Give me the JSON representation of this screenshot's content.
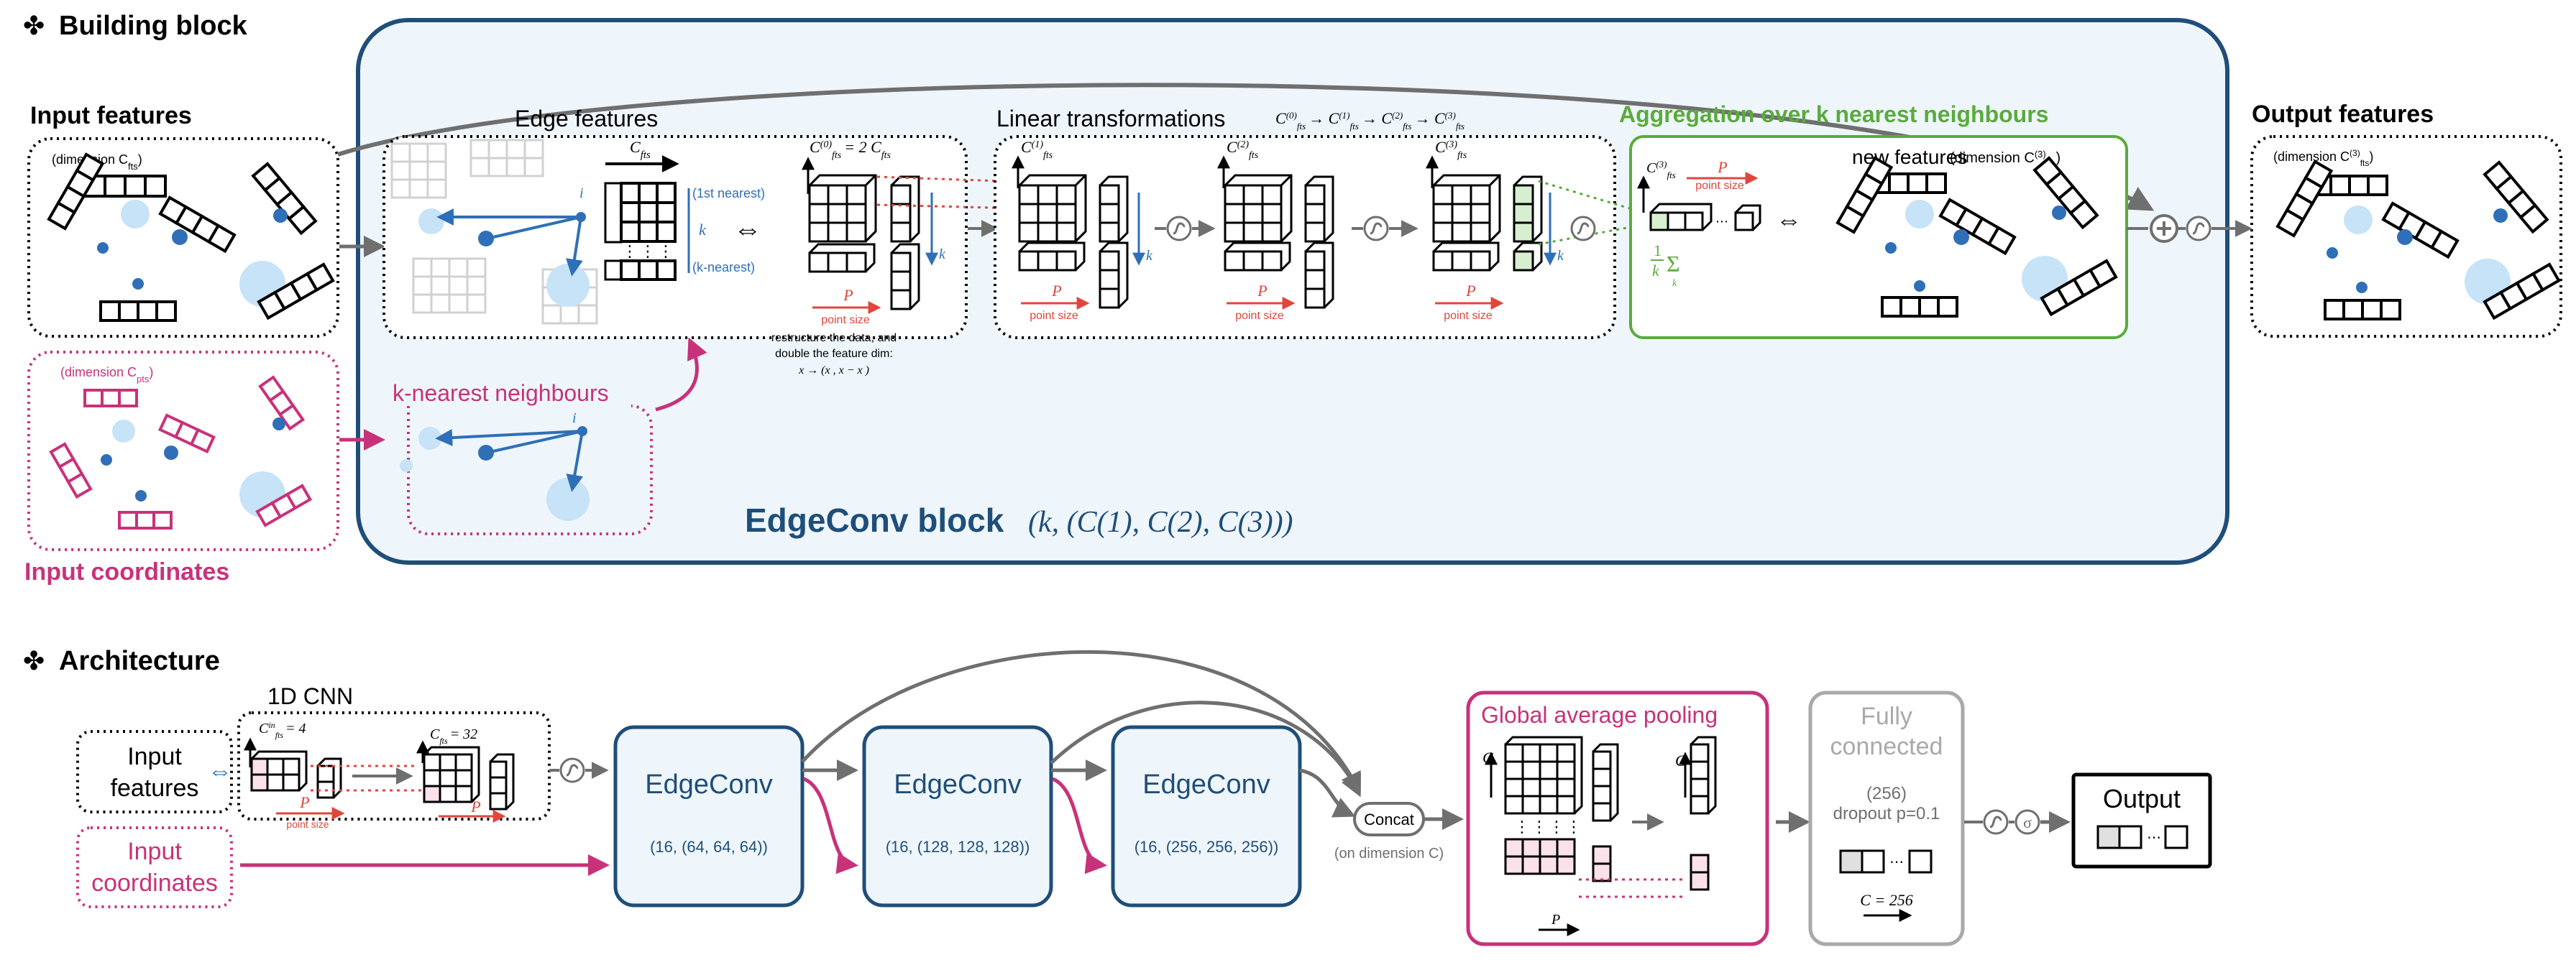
{
  "colors": {
    "navy": "#1f4e79",
    "block_fill": "#eef6fc",
    "magenta": "#c8327a",
    "green": "#5aab3c",
    "blue": "#2f6fb7",
    "light_blue": "#c6e3f7",
    "red": "#e0463c",
    "gray": "#6f6f6f",
    "light_gray": "#a9a9a9"
  },
  "section1": {
    "marker": "✤",
    "title": "Building block"
  },
  "section2": {
    "marker": "✤",
    "title": "Architecture"
  },
  "building_block": {
    "input_features": {
      "title": "Input features",
      "dim_text": "(dimension C",
      "dim_sub": "fts",
      "dim_close": ")"
    },
    "input_coordinates": {
      "title": "Input coordinates",
      "dim_text": "(dimension C",
      "dim_sub": "pts",
      "dim_close": ")"
    },
    "edge_features": {
      "title": "Edge features",
      "cfts_label": "C",
      "cfts_sub": "fts",
      "first_nearest": "(1st nearest)",
      "k_nearest": "(k-nearest)",
      "i_label": "i",
      "k_label": "k",
      "c0_label": "C",
      "c0_sub": "fts",
      "c0_sup": "(0)",
      "c0_rhs": "= 2 C",
      "c0_rhs_sub": "fts",
      "p_label": "P",
      "point_size": "point size",
      "note_line1": "restructure the data, and",
      "note_line2": "double the feature dim:",
      "note_line3": "x   → (x , x  − x )"
    },
    "knn": {
      "title": "k-nearest neighbours",
      "i_label": "i"
    },
    "linear": {
      "title": "Linear transformations",
      "chain": "C(0) → C(1) → C(2) → C(3)",
      "c1_sup": "(1)",
      "c2_sup": "(2)",
      "c3_sup": "(3)",
      "fts": "fts",
      "c": "C",
      "k": "k",
      "p": "P",
      "point_size": "point size"
    },
    "aggregation": {
      "title": "Aggregation over k nearest neighbours",
      "new_features": "new features",
      "dim_text": "(dimension C",
      "dim_sub": "fts",
      "dim_sup": "(3)",
      "c3": "C",
      "c3_sub": "fts",
      "c3_sup": "(3)",
      "p": "P",
      "point_size": "point size",
      "frac_num": "1",
      "frac_den": "k",
      "sigma": "Σ",
      "sigma_sub": "k"
    },
    "output_features": {
      "title": "Output features",
      "dim_text": "(dimension C",
      "dim_sub": "fts",
      "dim_sup": "(3)",
      "dim_close": ")"
    },
    "edgeconv_label": "EdgeConv block",
    "edgeconv_formula": "(k, (C(1), C(2), C(3)))"
  },
  "architecture": {
    "input_features": "Input\nfeatures",
    "input_features_l1": "Input",
    "input_features_l2": "features",
    "input_coordinates_l1": "Input",
    "input_coordinates_l2": "coordinates",
    "cnn": {
      "title": "1D CNN",
      "cin": "C",
      "cin_sup": "in",
      "cin_sub": "fts",
      "cin_val": "= 4",
      "cout": "C",
      "cout_sub": "fts",
      "cout_val": "= 32",
      "p": "P",
      "point_size": "point size"
    },
    "edgeconv_blocks": [
      {
        "label": "EdgeConv",
        "params": "(16, (64, 64, 64))"
      },
      {
        "label": "EdgeConv",
        "params": "(16, (128, 128, 128))"
      },
      {
        "label": "EdgeConv",
        "params": "(16, (256, 256, 256))"
      }
    ],
    "concat": {
      "label": "Concat",
      "note": "(on dimension C)"
    },
    "gap": {
      "title": "Global average pooling",
      "c": "C",
      "p": "P"
    },
    "fc": {
      "title_l1": "Fully",
      "title_l2": "connected",
      "units": "(256)",
      "dropout": "dropout p=0.1",
      "c_label": "C = 256"
    },
    "output": "Output"
  }
}
